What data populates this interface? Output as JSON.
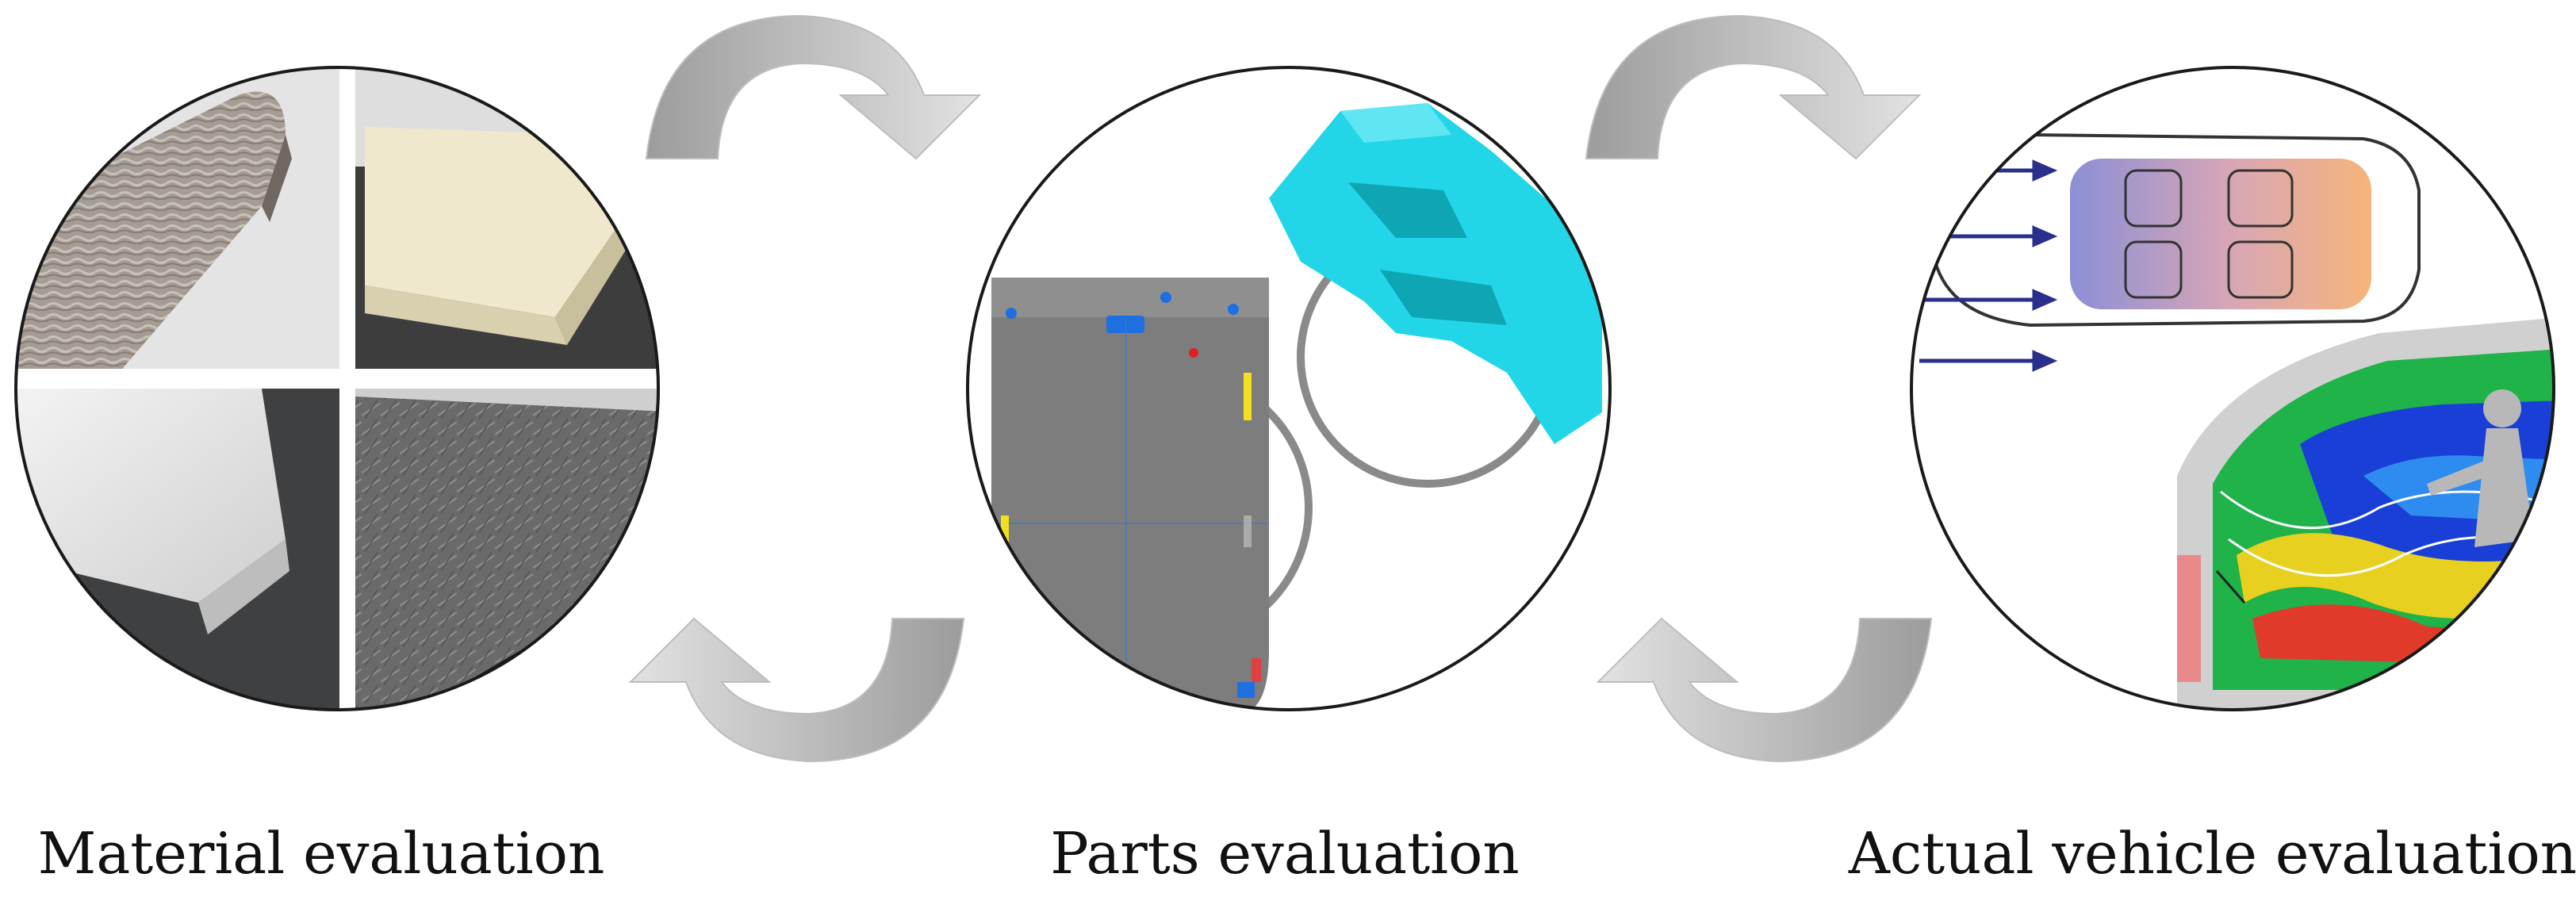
{
  "captions": {
    "material": "Material evaluation",
    "parts": "Parts evaluation",
    "vehicle": "Actual vehicle evaluation"
  },
  "stages": [
    {
      "id": "material",
      "icon": "material-samples-photo"
    },
    {
      "id": "parts",
      "icon": "headliner-cad-model"
    },
    {
      "id": "vehicle",
      "icon": "vehicle-thermal-simulation"
    }
  ],
  "cycle_arrows": [
    {
      "from": "material",
      "to": "parts",
      "direction": "forward",
      "icon": "curved-arrow-right"
    },
    {
      "from": "parts",
      "to": "material",
      "direction": "backward",
      "icon": "curved-arrow-left"
    },
    {
      "from": "parts",
      "to": "vehicle",
      "direction": "forward",
      "icon": "curved-arrow-right"
    },
    {
      "from": "vehicle",
      "to": "parts",
      "direction": "backward",
      "icon": "curved-arrow-left"
    }
  ],
  "colors": {
    "arrow_dark": "#9a9a9a",
    "arrow_light": "#dcdcdc",
    "circle_outline": "#1a1a1a",
    "cad_cyan": "#22d6e8",
    "headliner_grey": "#7d7d7d",
    "cabin_blue": "#8c8fd6",
    "cabin_orange": "#f4b27c",
    "flow_arrow": "#2b2f8c"
  }
}
